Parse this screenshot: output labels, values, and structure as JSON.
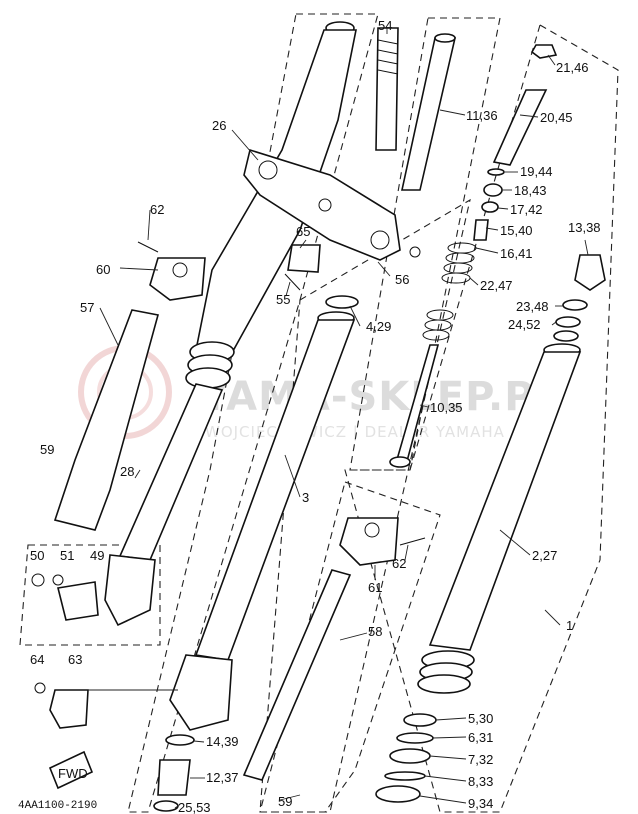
{
  "watermark": {
    "main_text": "YAMA-SKLEP.PL",
    "sub_text": "WOJCIECHOWICZ | DEALER YAMAHA",
    "color": "#e8b4b4"
  },
  "diagram_code": "4AA1100-2190",
  "fwd_label": "FWD",
  "callouts": [
    {
      "id": "54",
      "label": "54"
    },
    {
      "id": "11_36",
      "label": "11,36"
    },
    {
      "id": "21_46",
      "label": "21,46"
    },
    {
      "id": "20_45",
      "label": "20,45"
    },
    {
      "id": "26",
      "label": "26"
    },
    {
      "id": "19_44",
      "label": "19,44"
    },
    {
      "id": "18_43",
      "label": "18,43"
    },
    {
      "id": "17_42",
      "label": "17,42"
    },
    {
      "id": "15_40",
      "label": "15,40"
    },
    {
      "id": "13_38",
      "label": "13,38"
    },
    {
      "id": "16_41",
      "label": "16,41"
    },
    {
      "id": "62_top",
      "label": "62"
    },
    {
      "id": "65",
      "label": "65"
    },
    {
      "id": "60",
      "label": "60"
    },
    {
      "id": "56",
      "label": "56"
    },
    {
      "id": "22_47",
      "label": "22,47"
    },
    {
      "id": "55",
      "label": "55"
    },
    {
      "id": "23_48",
      "label": "23,48"
    },
    {
      "id": "57",
      "label": "57"
    },
    {
      "id": "4_29",
      "label": "4,29"
    },
    {
      "id": "24_52",
      "label": "24,52"
    },
    {
      "id": "10_35",
      "label": "10,35"
    },
    {
      "id": "59_left",
      "label": "59"
    },
    {
      "id": "28",
      "label": "28"
    },
    {
      "id": "3",
      "label": "3"
    },
    {
      "id": "62_mid",
      "label": "62"
    },
    {
      "id": "2_27",
      "label": "2,27"
    },
    {
      "id": "50",
      "label": "50"
    },
    {
      "id": "51",
      "label": "51"
    },
    {
      "id": "49",
      "label": "49"
    },
    {
      "id": "61",
      "label": "61"
    },
    {
      "id": "1",
      "label": "1"
    },
    {
      "id": "58",
      "label": "58"
    },
    {
      "id": "64",
      "label": "64"
    },
    {
      "id": "63",
      "label": "63"
    },
    {
      "id": "5_30",
      "label": "5,30"
    },
    {
      "id": "6_31",
      "label": "6,31"
    },
    {
      "id": "14_39",
      "label": "14,39"
    },
    {
      "id": "7_32",
      "label": "7,32"
    },
    {
      "id": "12_37",
      "label": "12,37"
    },
    {
      "id": "8_33",
      "label": "8,33"
    },
    {
      "id": "9_34",
      "label": "9,34"
    },
    {
      "id": "25_53",
      "label": "25,53"
    },
    {
      "id": "59_bottom",
      "label": "59"
    }
  ]
}
